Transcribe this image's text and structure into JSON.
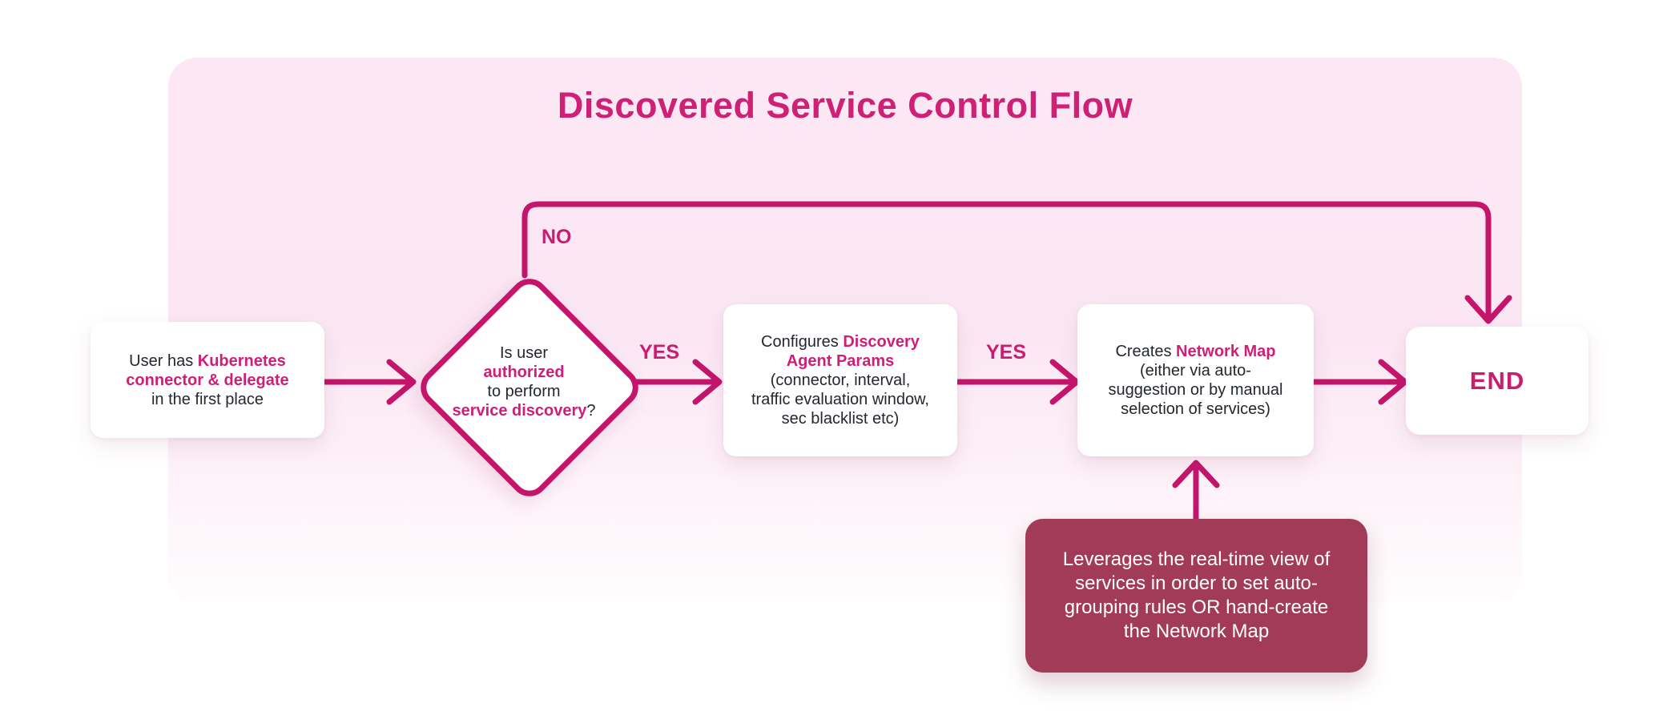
{
  "title": "Discovered Service Control Flow",
  "colors": {
    "accent_text": "#d01e78",
    "title_pink": "#ce2074",
    "line_pink": "#c4156b",
    "panel_pink_top": "#fce8f4",
    "panel_fade_bottom": "#fffdfe",
    "note_maroon": "#a23b57",
    "node_white": "#ffffff",
    "dark_text": "#23272e"
  },
  "nodes": {
    "start": {
      "l1a": "User has ",
      "l1b": "Kubernetes",
      "l2b": "connector & delegate",
      "l3a": "in the first place"
    },
    "decision": {
      "l1": "Is user",
      "l2": "authorized",
      "l3": "to perform",
      "l4a": "service discovery",
      "l4b": "?"
    },
    "configure": {
      "l1a": "Configures ",
      "l1b": "Discovery",
      "l2b": "Agent Params",
      "l3": "(connector, interval,",
      "l4": "traffic evaluation window,",
      "l5": "sec blacklist etc)"
    },
    "create": {
      "l1a": "Creates ",
      "l1b": "Network Map",
      "l2": "(either via auto-",
      "l3": "suggestion or by manual",
      "l4": "selection of services)"
    },
    "end": {
      "label": "END"
    },
    "note": {
      "l1": "Leverages the real-time view of",
      "l2": "services in order to set auto-",
      "l3": "grouping rules OR hand-create",
      "l4": "the Network Map"
    }
  },
  "edges": {
    "yes1": "YES",
    "yes2": "YES",
    "no": "NO"
  }
}
